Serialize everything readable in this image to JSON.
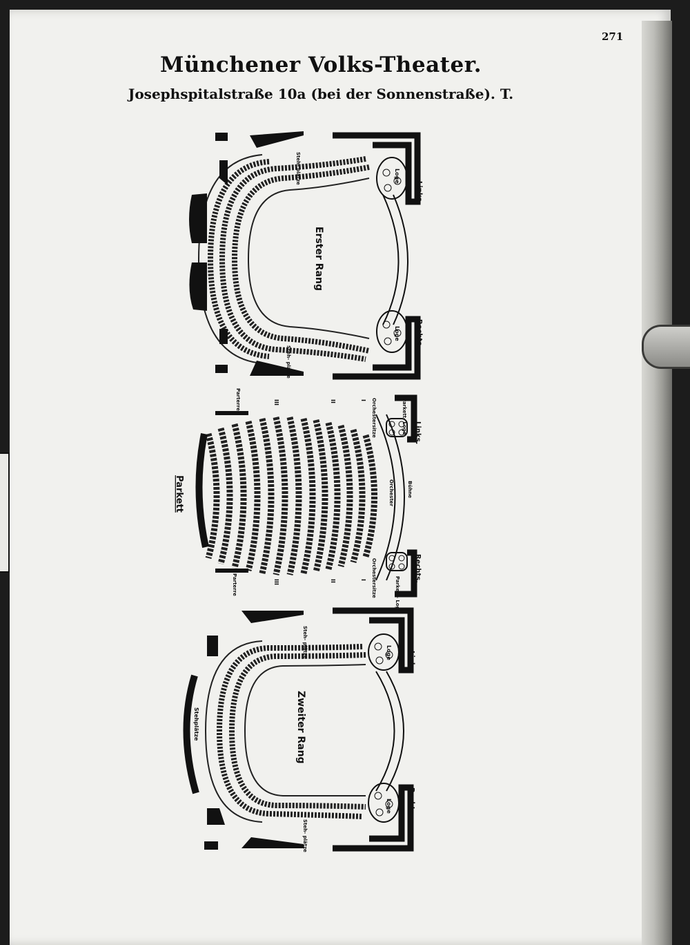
{
  "page": {
    "number": "271",
    "title": "Münchener Volks-Theater.",
    "subtitle": "Josephspitalstraße 10a (bei der Sonnenstraße).  T."
  },
  "plans": {
    "erster_rang": {
      "title": "Erster Rang",
      "links": "Links.",
      "rechts": "Rechts.",
      "loge": "Loge",
      "stehplaetze": "Steh-\nplätze"
    },
    "parkett": {
      "title": "Parkett",
      "links": "Links.",
      "rechts": "Rechts.",
      "buehne": "Bühne",
      "orchester": "Orchester",
      "orchestersitze": "Orchestersitze",
      "parkett_loge": "Parkett-\nLoge",
      "parterre": "Parterre",
      "section_label": "Parkett",
      "numerals": [
        "III",
        "II",
        "I"
      ]
    },
    "zweiter_rang": {
      "title": "Zweiter Rang",
      "links": "Links.",
      "rechts": "Rechts.",
      "loge": "Loge",
      "stehplaetze": "Steh-\nplätze",
      "stehplaetze_side": "Stehplätze"
    }
  }
}
